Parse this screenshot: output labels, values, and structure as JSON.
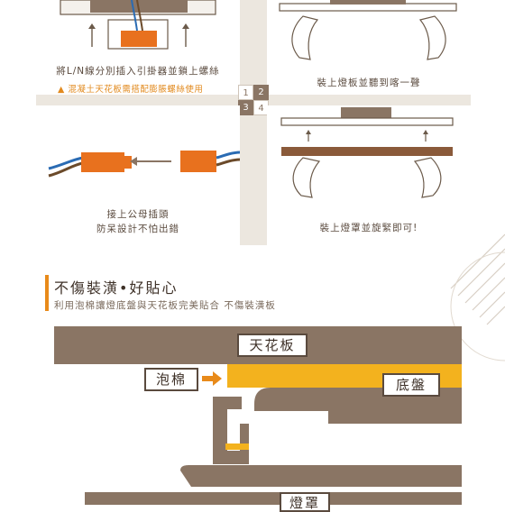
{
  "steps": {
    "step1": {
      "caption": "將L/N線分別插入引掛器並鎖上螺絲",
      "warning_icon": "warning-triangle-icon",
      "warning": "混凝土天花板需搭配膨脹螺絲使用"
    },
    "step2": {
      "caption": "裝上燈板並聽到喀一聲"
    },
    "step3": {
      "caption_line1": "接上公母插頭",
      "caption_line2": "防呆設計不怕出錯"
    },
    "step4": {
      "caption": "裝上燈罩並旋緊即可!"
    },
    "step_numbers": [
      "1",
      "2",
      "3",
      "4"
    ]
  },
  "section": {
    "title": "不傷裝潢•好貼心",
    "subtitle": "利用泡棉讓燈底盤與天花板完美貼合  不傷裝潢板"
  },
  "diagram": {
    "ceiling": "天花板",
    "foam": "泡棉",
    "base": "底盤",
    "cover": "燈罩"
  },
  "colors": {
    "accent": "#e88a1a",
    "brown": "#8a7564",
    "beige": "#ece7df",
    "foam": "#f3b21e"
  }
}
